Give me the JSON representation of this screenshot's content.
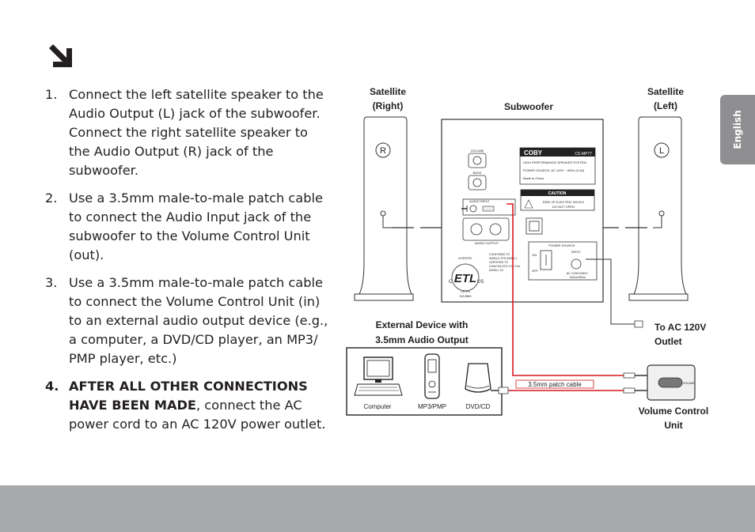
{
  "sidebar": {
    "language_tab": "English"
  },
  "steps": [
    {
      "num": "1.",
      "text": "Connect the left satellite speaker to the Audio Output (L) jack of the subwoofer. Connect the right satellite speaker to the Audio Output (R) jack of the subwoofer."
    },
    {
      "num": "2.",
      "text": "Use a 3.5mm male-to-male patch cable to connect the Audio Input jack of the subwoofer to the Volume Control Unit (out)."
    },
    {
      "num": "3.",
      "text": "Use a 3.5mm male-to-male patch cable to connect the Volume Control Unit (in) to an external audio output device (e.g., a computer, a DVD/CD player, an MP3/ PMP player, etc.)"
    },
    {
      "num": "4.",
      "bold_text": "AFTER ALL OTHER CONNECTIONS HAVE BEEN MADE",
      "text": ", connect the AC power cord to an AC 120V power outlet."
    }
  ],
  "diagram": {
    "satellite_right_line1": "Satellite",
    "satellite_right_line2": "(Right)",
    "satellite_left_line1": "Satellite",
    "satellite_left_line2": "(Left)",
    "subwoofer": "Subwoofer",
    "right_marker": "R",
    "left_marker": "L",
    "volume_label": "VOLUME",
    "bass_label": "BASS",
    "audio_input_label": "AUDIO INPUT",
    "audio_output_label": "AUDIO OUTPUT",
    "brand": "COBY",
    "model": "CS-MP77",
    "spec_line1": "HIGH PERFORMANCE SPEAKER SYSTEM",
    "spec_line2": "POWER SOURCE: AC 120V ~ 60Hz (0.4A)",
    "spec_line3": "Made in China",
    "caution": "CAUTION",
    "caution_line1": "RISK OF ELECTRIC SHOCK",
    "caution_line2": "DO NOT OPEN",
    "power_source_label": "POWER SOURCE",
    "on_label": "ON",
    "off_label": "OFF",
    "input_label": "INPUT",
    "ac_line1": "AC 220V/240V~",
    "ac_line2": "50Hz/60Hz",
    "conform_line1": "CONFORMS TO",
    "conform_line2": "ANSI/UL STD 60065-1",
    "conform_line3": "CERTIFIED TO",
    "conform_line4": "CAN/CSA STD C22.2 No.",
    "conform_line5": "60065-1-03",
    "etl_mark": "ETL",
    "etl_c": "C",
    "etl_us": "US",
    "etl_intertek": "INTERTEK",
    "etl_listed": "LISTED",
    "etl_number": "3112884",
    "ac_outlet_line1": "To AC 120V",
    "ac_outlet_line2": "Outlet",
    "external_line1": "External Device with",
    "external_line2": "3.5mm Audio Output",
    "computer": "Computer",
    "mp3": "MP3/PMP",
    "dvd": "DVD/CD",
    "patch_cable": "3.5mm patch cable",
    "volume_unit_line1": "Volume Control",
    "volume_unit_line2": "Unit",
    "volume_knob": "VOLUME"
  }
}
